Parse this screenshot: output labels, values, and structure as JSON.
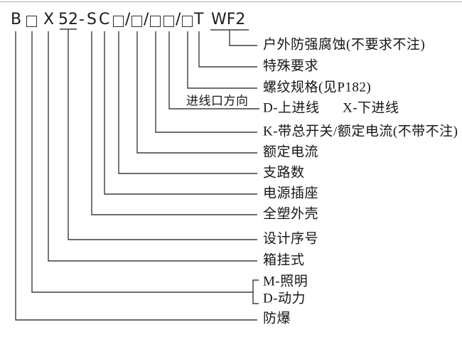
{
  "figure": {
    "title": "防爆配电箱型号含义图 (model designation diagram)",
    "colors": {
      "line": "#3d3d3d",
      "text": "#161616",
      "top_rule": "#b0b0b0"
    }
  },
  "code": {
    "full": "B□X52-SC□/□/□□/□T WF2",
    "seg": {
      "b": "B",
      "x": "X",
      "n52": "52",
      "dash": "-",
      "s": "S",
      "c": "C",
      "slash": "/",
      "t": "T",
      "wf2": "WF2"
    }
  },
  "labels": {
    "outdoor": "户外防强腐蚀(不要求不注)",
    "special": "特殊要求",
    "thread": "螺纹规格(见P182)",
    "inlet_direction": "进线口方向",
    "inlet_up": "D-上进线",
    "inlet_down": "X-下进线",
    "main_switch": "K-带总开关/额定电流(不带不注)",
    "rated_current": "额定电流",
    "branches": "支路数",
    "socket": "电源插座",
    "plastic_shell": "全塑外壳",
    "design_no": "设计序号",
    "wall_mounted": "箱挂式",
    "lighting": "M-照明",
    "power": "D-动力",
    "explosion_proof": "防爆"
  }
}
